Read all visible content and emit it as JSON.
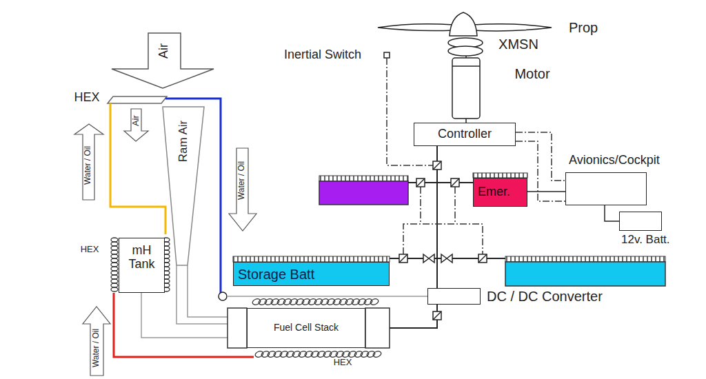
{
  "diagram": {
    "nodes": [
      {
        "text": [
          "Controller"
        ]
      },
      {
        "text": [
          "Avionics/Cockpit"
        ]
      },
      {
        "text": [
          "Emer."
        ]
      },
      {
        "text": [
          "12v. Batt."
        ]
      },
      {
        "text": [
          "mH Tank"
        ]
      },
      {
        "text": [
          "Storage Batt"
        ]
      },
      {
        "text": [
          "DC / DC Converter"
        ]
      },
      {
        "text": [
          "Fuel Cell Stack"
        ]
      }
    ],
    "edges": [
      {
        "from": 0,
        "to": 6,
        "arrow": "none"
      },
      {
        "from": 6,
        "to": 7,
        "arrow": "none"
      },
      {
        "from": 0,
        "to": 1,
        "arrow": "none"
      },
      {
        "from": 2,
        "to": 1,
        "arrow": "none"
      },
      {
        "from": 1,
        "to": 3,
        "arrow": "none"
      },
      {
        "from": 4,
        "to": 7,
        "arrow": "none"
      }
    ],
    "labels": [
      "Prop",
      "XMSN",
      "Inertial Switch",
      "Air",
      "Motor",
      "HEX",
      "Air",
      "Ram Air",
      "Water / Oil",
      "Water / Oil",
      "HEX",
      "Water / Oil",
      "HEX"
    ]
  }
}
